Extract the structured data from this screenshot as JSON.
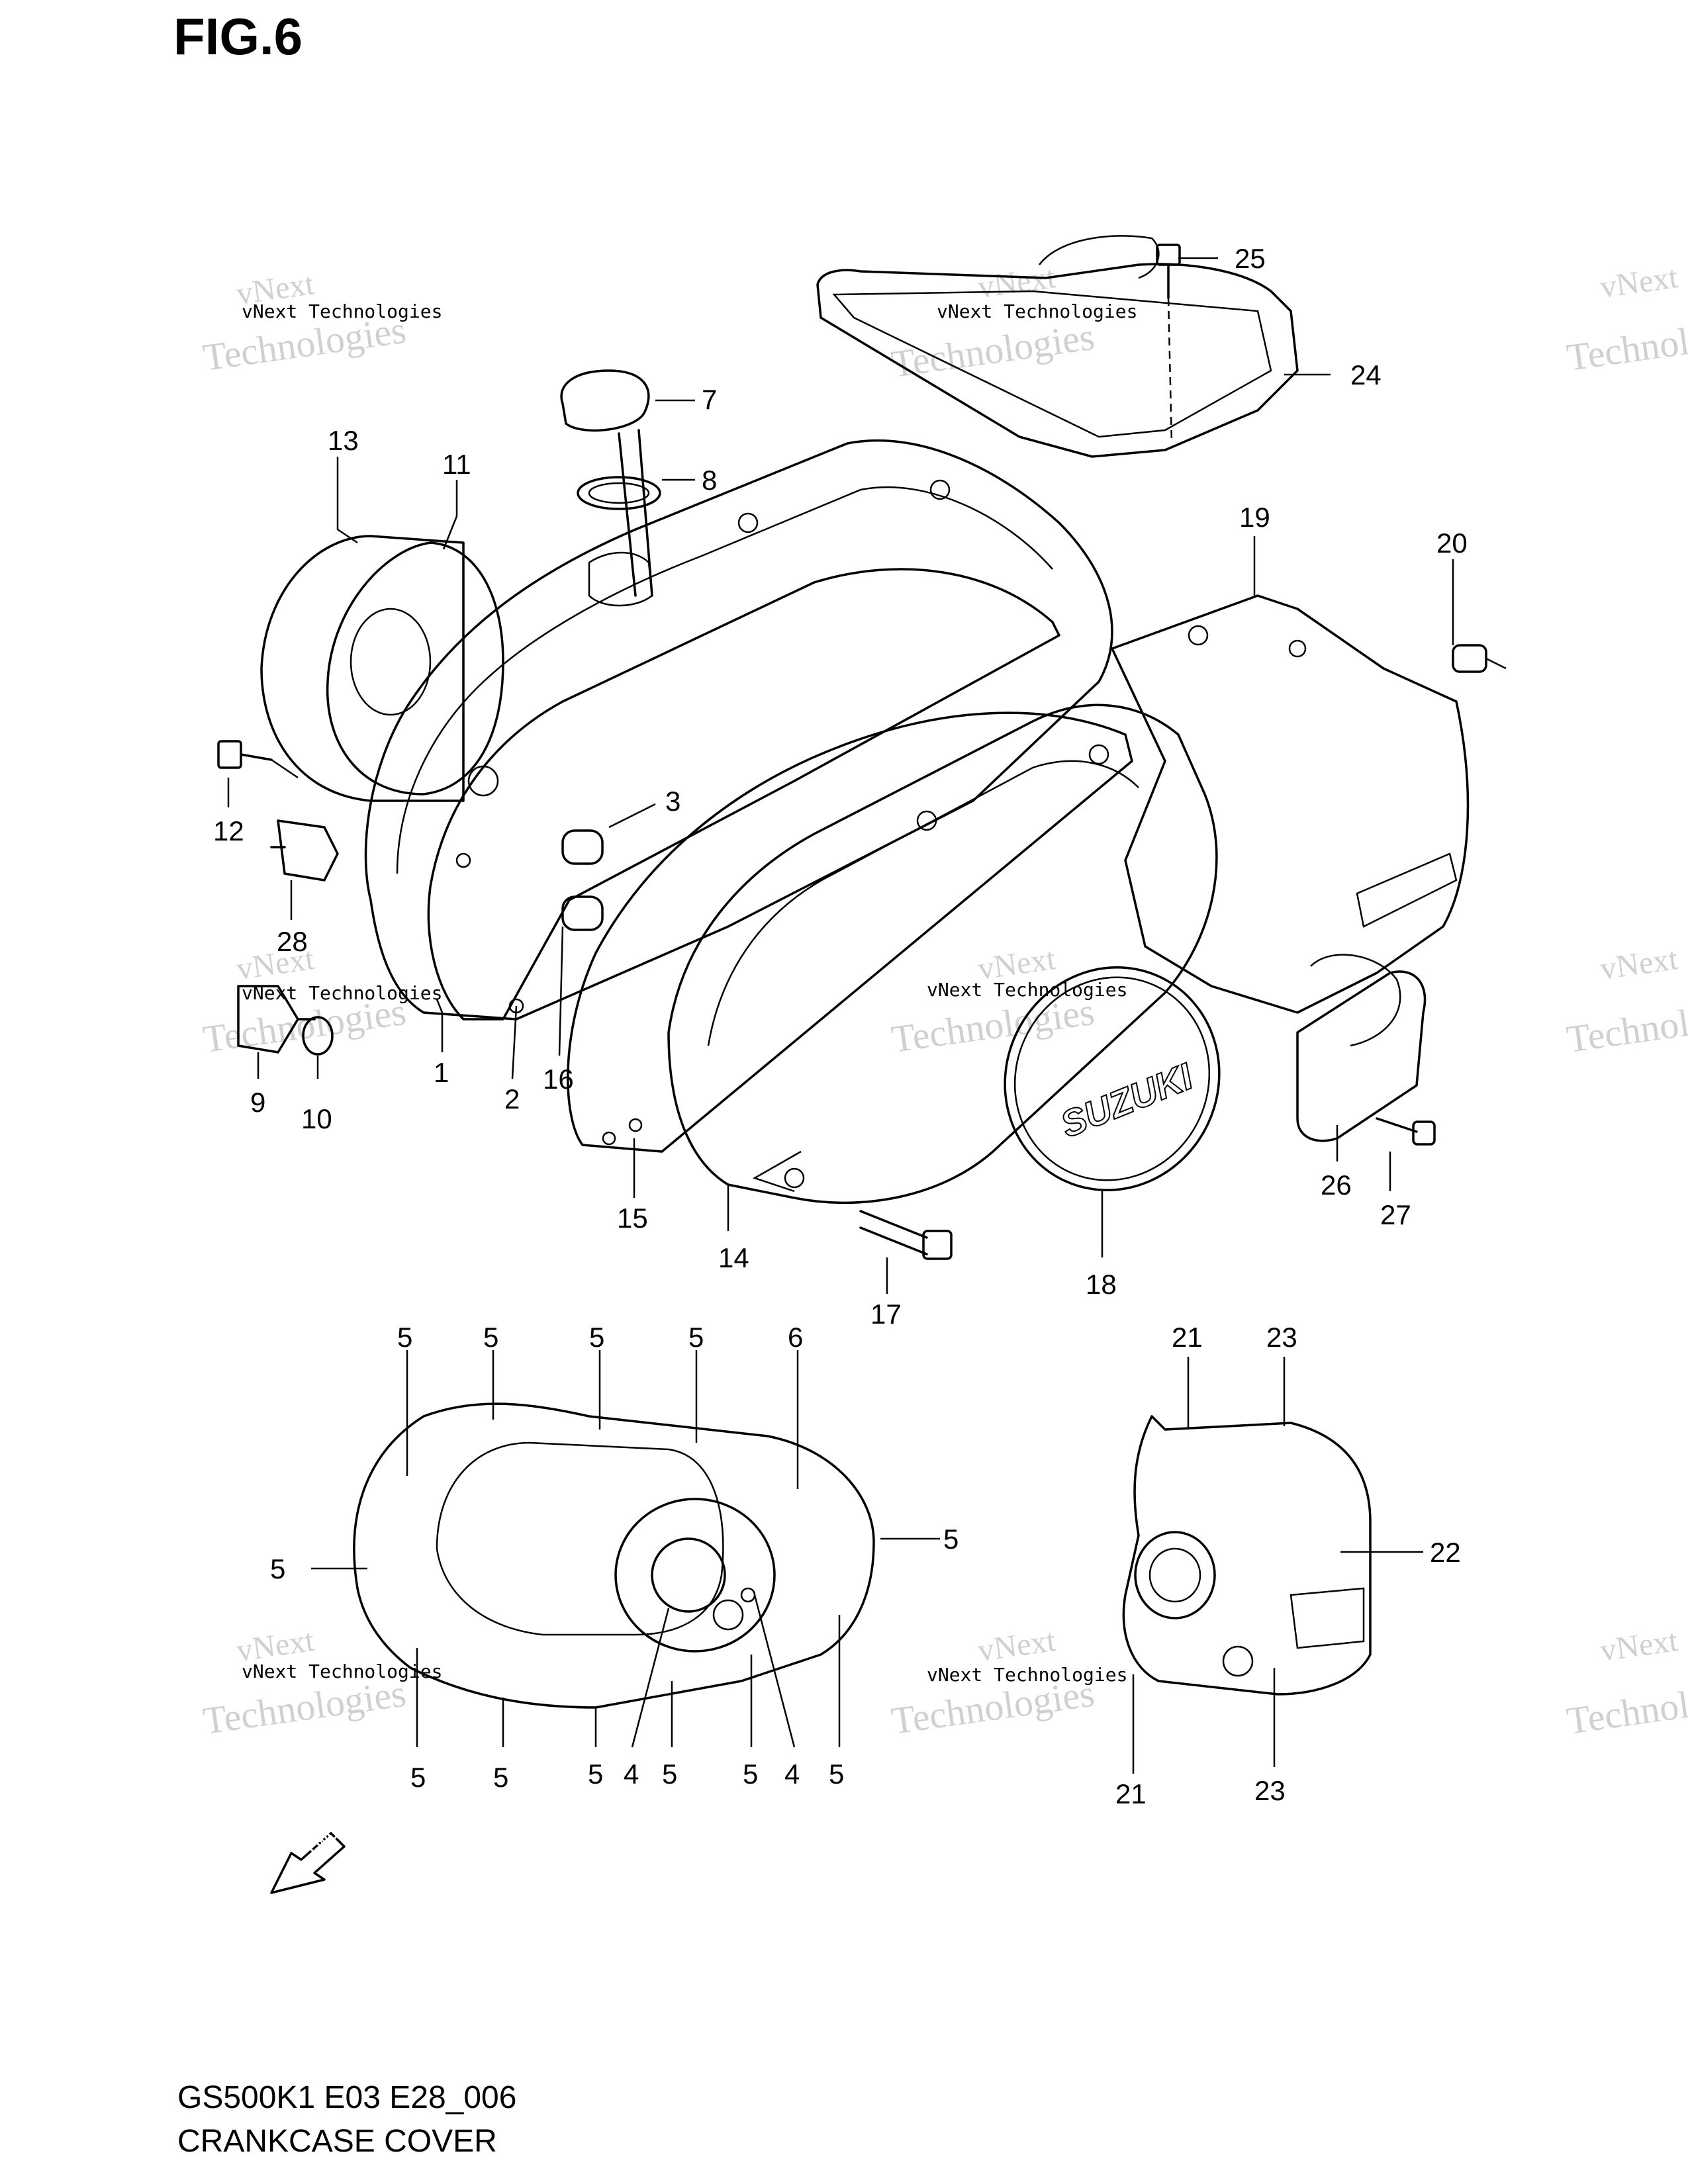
{
  "figure": {
    "title": "FIG.6",
    "code": "GS500K1 E03 E28_006",
    "name": "CRANKCASE COVER"
  },
  "watermark": {
    "text_top": "vNext Technologies",
    "text_big_1": "vNext",
    "text_big_2": "Technologies"
  },
  "markings": {
    "logo": "SUZUKI",
    "fwd": "FWD"
  },
  "callouts": {
    "n1": "1",
    "n2": "2",
    "n3": "3",
    "n4": "4",
    "n5": "5",
    "n6": "6",
    "n7": "7",
    "n8": "8",
    "n9": "9",
    "n10": "10",
    "n11": "11",
    "n12": "12",
    "n13": "13",
    "n14": "14",
    "n15": "15",
    "n16": "16",
    "n17": "17",
    "n18": "18",
    "n19": "19",
    "n20": "20",
    "n21": "21",
    "n22": "22",
    "n23": "23",
    "n24": "24",
    "n25": "25",
    "n26": "26",
    "n27": "27",
    "n28": "28"
  }
}
